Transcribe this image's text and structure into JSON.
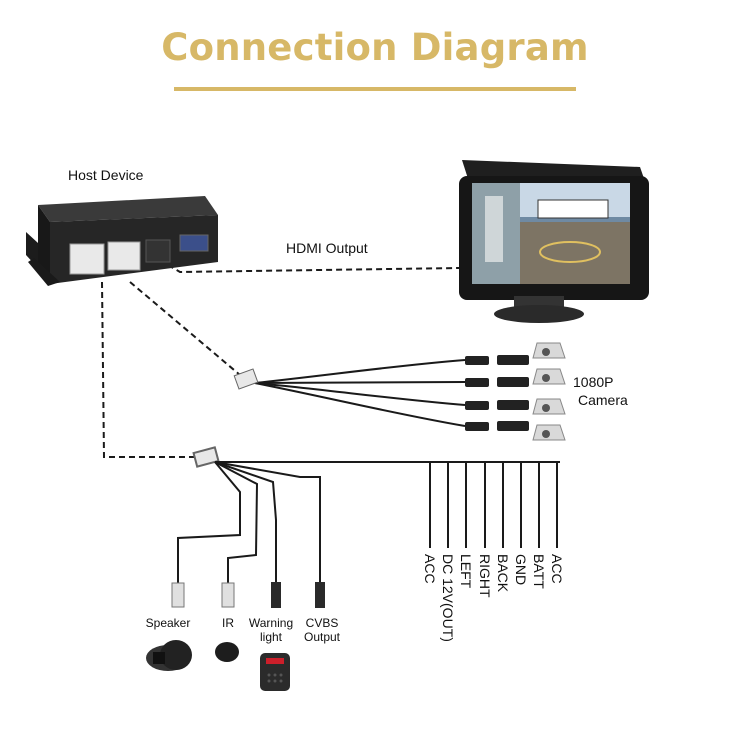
{
  "title": "Connection Diagram",
  "colors": {
    "title": "#d7b867",
    "line": "#1a1a1a",
    "device": "#222222",
    "connector": "#e8e8e8"
  },
  "labels": {
    "host": "Host Device",
    "hdmi": "HDMI Output",
    "camera_line1": "1080P",
    "camera_line2": "Camera"
  },
  "peripherals": [
    {
      "label": "Speaker"
    },
    {
      "label": "IR"
    },
    {
      "label": "Warning light"
    },
    {
      "label": "CVBS Output"
    }
  ],
  "wires": [
    "ACC",
    "DC 12V(OUT)",
    "LEFT",
    "RIGHT",
    "BACK",
    "GND",
    "BATT",
    "ACC"
  ]
}
